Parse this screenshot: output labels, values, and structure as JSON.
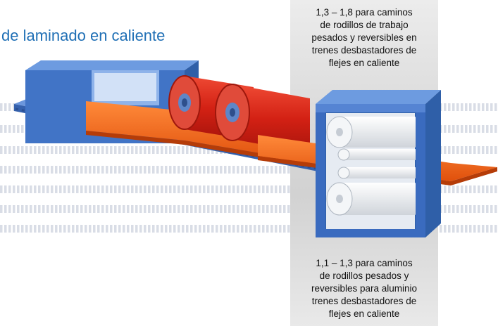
{
  "title": "de laminado en caliente",
  "annotation_top": {
    "lines": [
      "1,3 – 1,8 para caminos",
      "de rodillos de trabajo",
      "pesados y reversibles en",
      "trenes desbastadores de",
      "flejes en caliente"
    ]
  },
  "annotation_bottom": {
    "lines": [
      "1,1 – 1,3 para caminos",
      "de rodillos pesados y",
      "reversibles para aluminio",
      "trenes desbastadores de",
      "flejes en caliente"
    ]
  },
  "colors": {
    "title": "#1f6fb5",
    "frame_blue": "#3d6fc2",
    "strip_orange": "#f06a1c",
    "roll_red": "#d8281a",
    "conveyor_blue": "#4d7fd0"
  }
}
